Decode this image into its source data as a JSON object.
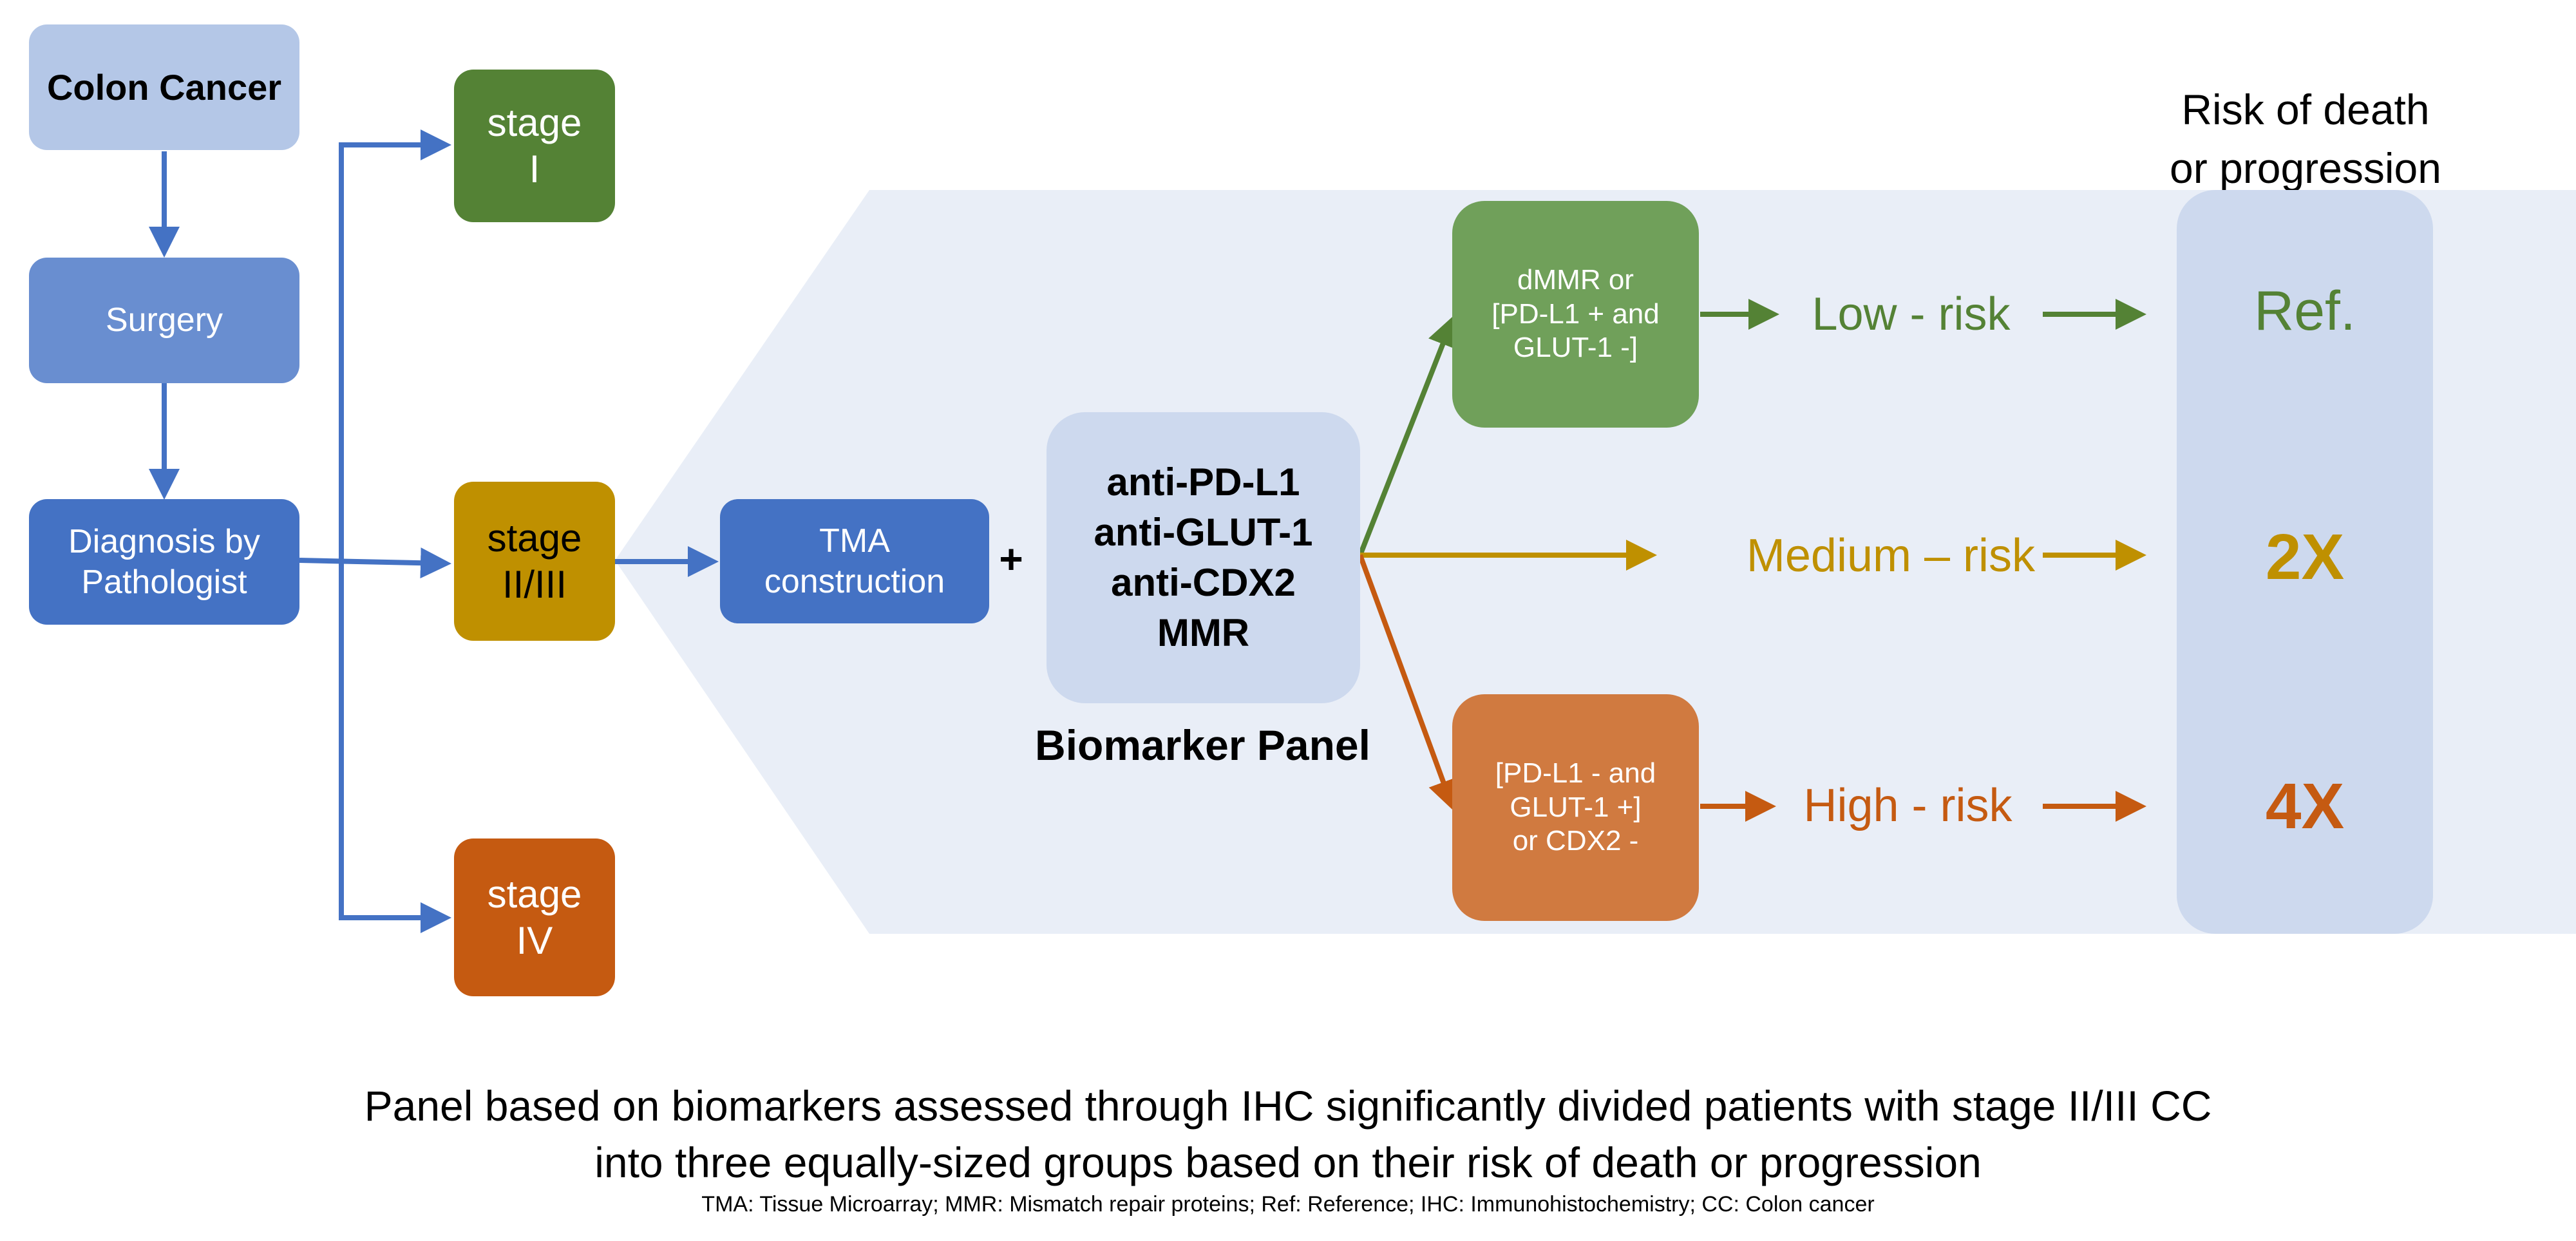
{
  "flow": {
    "colon_cancer": "Colon Cancer",
    "surgery": "Surgery",
    "diagnosis": "Diagnosis by\nPathologist",
    "stage1": "stage\nI",
    "stage23": "stage\nII/III",
    "stage4": "stage\nIV",
    "tma": "TMA\nconstruction",
    "plus": "+",
    "panel_markers": "anti-PD-L1\nanti-GLUT-1\nanti-CDX2\nMMR",
    "panel_label": "Biomarker Panel"
  },
  "groups": {
    "low_criteria": "dMMR or\n[PD-L1 + and\nGLUT-1 -]",
    "high_criteria": "[PD-L1 - and\nGLUT-1 +]\nor CDX2 -",
    "low_label": "Low - risk",
    "medium_label": "Medium – risk",
    "high_label": "High - risk"
  },
  "risk": {
    "header": "Risk of death\nor progression",
    "ref": "Ref.",
    "medium": "2X",
    "high": "4X"
  },
  "caption": {
    "main": "Panel based on biomarkers assessed through IHC significantly divided patients with stage II/III CC\ninto three equally-sized groups based on their risk of death or progression",
    "footnote": "TMA: Tissue Microarray; MMR: Mismatch repair proteins; Ref: Reference; IHC: Immunohistochemistry; CC: Colon cancer"
  },
  "colors": {
    "blue_arrow": "#4472c4",
    "green": "#548235",
    "gold": "#bf9000",
    "orange": "#c55a11",
    "background_panel": "#e9eef7"
  }
}
